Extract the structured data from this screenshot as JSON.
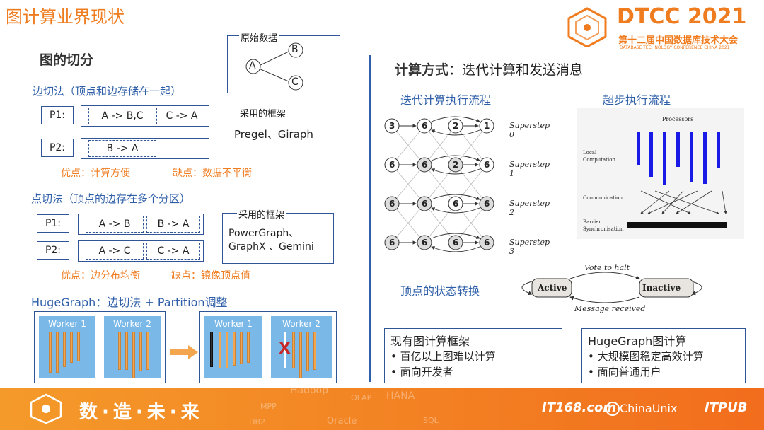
{
  "title": "图计算业界现状",
  "brand": {
    "logo": "DTCC 2021",
    "cn": "第十二届中国数据库技术大会",
    "en": "DATABASE TECHNOLOGY CONFERENCE CHINA 2021"
  },
  "left": {
    "section": "图的切分",
    "edge_cut": {
      "heading": "边切法（顶点和边存储在一起）",
      "rows": [
        {
          "p": "P1:",
          "cells": [
            "A -> B,C",
            "C -> A"
          ]
        },
        {
          "p": "P2:",
          "cells": [
            "B -> A"
          ]
        }
      ],
      "pros": "优点：计算方便",
      "cons": "缺点：数据不平衡",
      "framework_label": "采用的框架",
      "framework": "Pregel、Giraph"
    },
    "raw": {
      "label": "原始数据",
      "nodes": [
        "A",
        "B",
        "C"
      ]
    },
    "vertex_cut": {
      "heading": "点切法（顶点的边存在多个分区）",
      "rows": [
        {
          "p": "P1:",
          "cells": [
            "A -> B",
            "B -> A"
          ]
        },
        {
          "p": "P2:",
          "cells": [
            "A -> C",
            "C -> A"
          ]
        }
      ],
      "pros": "优点：边分布均衡",
      "cons": "缺点：镜像顶点值",
      "framework_label": "采用的框架",
      "framework_1": "PowerGraph、",
      "framework_2": "GraphX 、Gemini"
    },
    "hugegraph": {
      "heading": "HugeGraph：边切法 + Partition调整",
      "workers": [
        "Worker 1",
        "Worker 2",
        "Worker 1",
        "Worker 2"
      ],
      "x_mark": "X"
    }
  },
  "right": {
    "section_bold": "计算方式",
    "section_rest": "：迭代计算和发送消息",
    "iter_title": "迭代计算执行流程",
    "bsp_title": "超步执行流程",
    "supersteps": [
      {
        "label": "Superstep 0",
        "vals": [
          "3",
          "6",
          "2",
          "1"
        ]
      },
      {
        "label": "Superstep 1",
        "vals": [
          "6",
          "6",
          "2",
          "6"
        ]
      },
      {
        "label": "Superstep 2",
        "vals": [
          "6",
          "6",
          "6",
          "6"
        ]
      },
      {
        "label": "Superstep 3",
        "vals": [
          "6",
          "6",
          "6",
          "6"
        ]
      }
    ],
    "bsp": {
      "processors": "Processors",
      "local1": "Local",
      "local2": "Computation",
      "comm": "Communication",
      "barrier1": "Barrier",
      "barrier2": "Synchronisation"
    },
    "state": {
      "label": "顶点的状态转换",
      "active": "Active",
      "inactive": "Inactive",
      "vote": "Vote to halt",
      "msg": "Message received"
    },
    "existing": {
      "title": "现有图计算框架",
      "items": [
        "• 百亿以上图难以计算",
        "• 面向开发者"
      ]
    },
    "hg": {
      "title": "HugeGraph图计算",
      "items": [
        "• 大规模图稳定高效计算",
        "• 面向普通用户"
      ]
    }
  },
  "footer": {
    "slogan": "数·造·未·来",
    "words": [
      "Hadoop",
      "OLAP",
      "HANA",
      "MPP",
      "DB2",
      "Oracle",
      "SQL"
    ],
    "logos": [
      "IT168.com",
      "ChinaUnix",
      "ITPUB"
    ]
  },
  "colors": {
    "accent": "#f07c20",
    "border": "#2f5597",
    "worker": "#7ab8e8",
    "bar": "#f3a64d"
  }
}
